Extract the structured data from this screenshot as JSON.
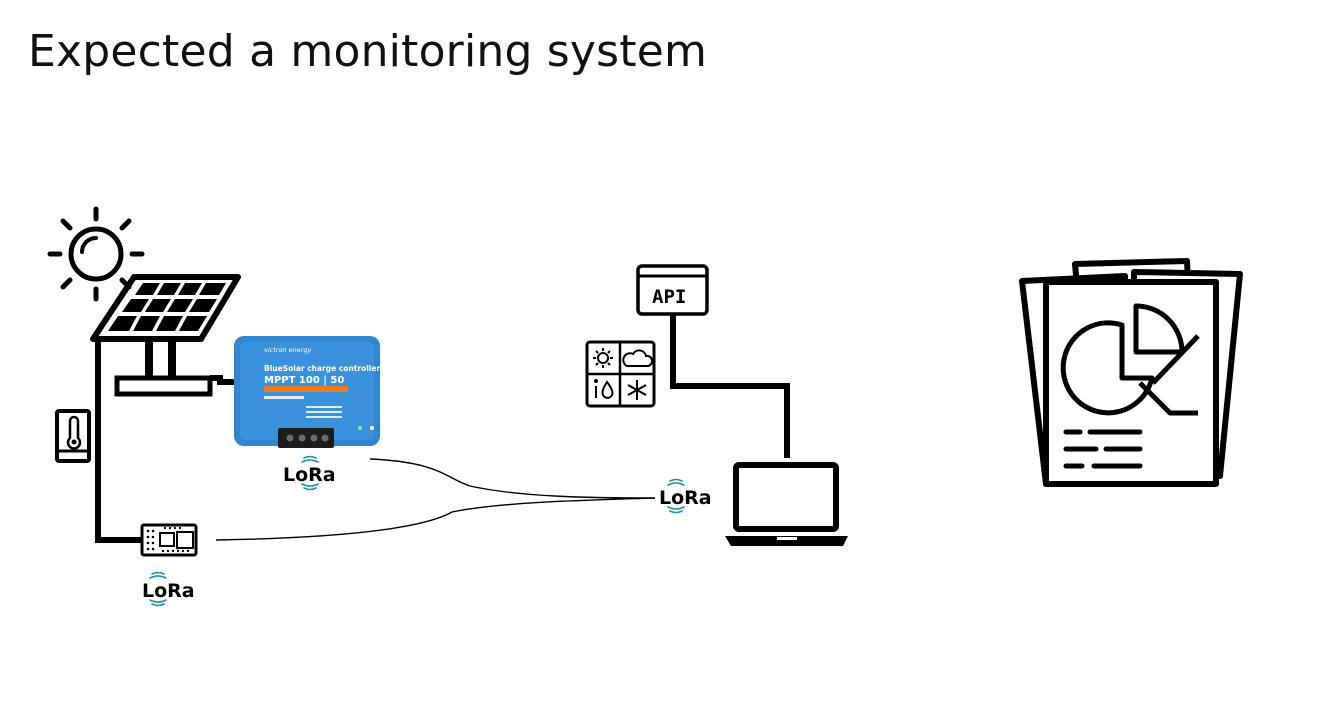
{
  "title": "Expected a monitoring system",
  "lora_label": "LoRa",
  "controller": {
    "brand": "victron energy",
    "subtitle": "BlueSolar charge controller",
    "model": "MPPT 100 | 50"
  },
  "api_label": "API",
  "colors": {
    "controller_blue": "#2f86d1",
    "controller_orange": "#f07c22",
    "line": "#000000"
  },
  "icons": [
    "sun-icon",
    "solar-panel-icon",
    "thermometer-icon",
    "sensor-board-icon",
    "weather-grid-icon",
    "api-window-icon",
    "laptop-icon",
    "report-documents-icon"
  ]
}
